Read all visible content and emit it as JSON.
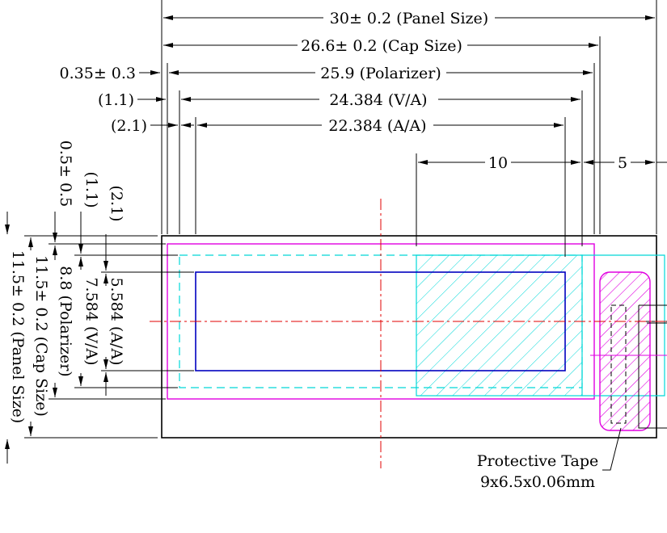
{
  "colors": {
    "ink": "#000000",
    "magenta": "#e000e0",
    "cyan": "#00d8d8",
    "blue": "#0000c0",
    "red": "#e00000"
  },
  "horizontal_dims": {
    "panel": "30± 0.2 (Panel Size)",
    "cap": "26.6± 0.2 (Cap Size)",
    "polarizer_offset": "0.35± 0.3",
    "polarizer": "25.9 (Polarizer)",
    "va_offset": "(1.1)",
    "va": "24.384 (V/A)",
    "aa_offset": "(2.1)",
    "aa": "22.384 (A/A)",
    "ten": "10",
    "five": "5"
  },
  "vertical_dims": {
    "polarizer_offset": "0.5± 0.5",
    "va_offset": "(1.1)",
    "aa_offset": "(2.1)",
    "panel": "11.5± 0.2 (Panel Size)",
    "cap": "11.5± 0.2 (Cap Size)",
    "polarizer": "8.8 (Polarizer)",
    "va": "7.584 (V/A)",
    "aa": "5.584 (A/A)"
  },
  "note": {
    "line1": "Protective Tape",
    "line2": "9x6.5x0.06mm"
  }
}
